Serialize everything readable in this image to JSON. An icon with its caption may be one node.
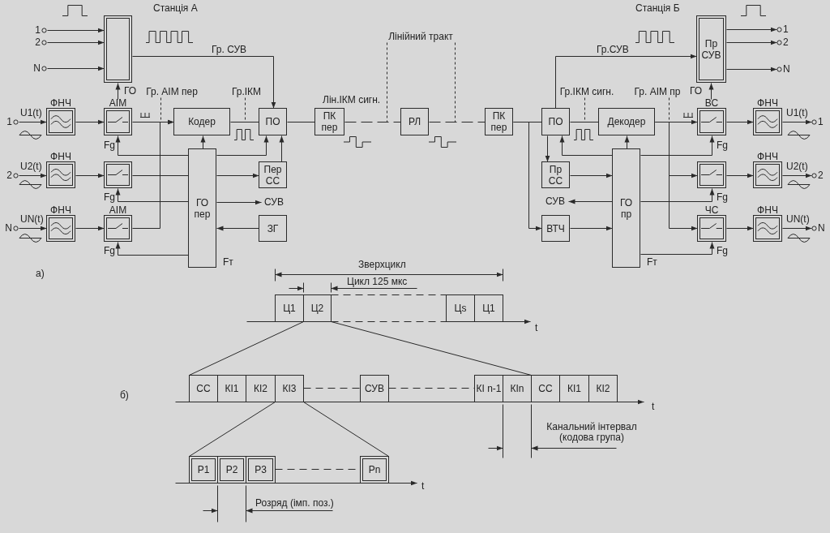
{
  "diagram": {
    "nodes": [
      {
        "text": [
          "1"
        ]
      },
      {
        "text": [
          "2"
        ]
      },
      {
        "text": [
          "N"
        ]
      },
      {
        "text": [],
        "shape": "box"
      },
      {
        "text": [
          "Гр. АІМ пер"
        ]
      },
      {
        "text": [
          "Гр.ІКМ"
        ]
      },
      {
        "text": [
          "Лінійний тракт"
        ]
      },
      {
        "text": [
          "Гр.ІКМ сигн."
        ]
      },
      {
        "text": [
          "Гр. АІМ пр"
        ]
      },
      {
        "text": [
          "Пр СУВ"
        ]
      },
      {
        "text": [
          "1"
        ]
      },
      {
        "text": [
          "2"
        ]
      },
      {
        "text": [
          "N"
        ]
      },
      {
        "text": [
          "1"
        ]
      },
      {
        "text": [
          "ФНЧ"
        ]
      },
      {
        "text": [
          "АІМ"
        ]
      },
      {
        "text": [
          "Кодер"
        ]
      },
      {
        "text": [
          "ПО"
        ]
      },
      {
        "text": [
          "ПК пер"
        ]
      },
      {
        "text": [
          "РЛ"
        ]
      },
      {
        "text": [
          "ПК пер"
        ]
      },
      {
        "text": [
          "ПО"
        ]
      },
      {
        "text": [
          "Декодер"
        ]
      },
      {
        "text": [
          "ВС"
        ]
      },
      {
        "text": [
          "ФНЧ"
        ]
      },
      {
        "text": [
          "1"
        ]
      },
      {
        "text": [
          "2"
        ]
      },
      {
        "text": [
          "ФНЧ"
        ]
      },
      {
        "text": [],
        "shape": "box"
      },
      {
        "text": [
          "ГО пер"
        ],
        "beside": [
          "Fт"
        ]
      },
      {
        "text": [
          "Пер СС"
        ]
      },
      {
        "text": [
          "Пр СС"
        ]
      },
      {
        "text": [
          "ГО пр"
        ],
        "beside": [
          "Fт"
        ]
      },
      {
        "text": [],
        "shape": "box"
      },
      {
        "text": [
          "ФНЧ"
        ]
      },
      {
        "text": [
          "2"
        ]
      },
      {
        "text": [
          "СУВ"
        ]
      },
      {
        "text": [
          "СУВ"
        ]
      },
      {
        "text": [
          "N"
        ]
      },
      {
        "text": [
          "ФНЧ"
        ]
      },
      {
        "text": [
          "АІМ"
        ]
      },
      {
        "text": [
          "ЗГ"
        ]
      },
      {
        "text": [
          "ВТЧ"
        ]
      },
      {
        "text": [
          "ЧС"
        ]
      },
      {
        "text": [
          "ФНЧ"
        ]
      },
      {
        "text": [
          "N"
        ]
      },
      {
        "text": [
          "Ц1"
        ]
      },
      {
        "text": [
          "Ц2"
        ]
      },
      {
        "text": [
          "Цs"
        ]
      },
      {
        "text": [
          "Ц1"
        ]
      },
      {
        "text": [
          "СС"
        ]
      },
      {
        "text": [
          "КІ1"
        ]
      },
      {
        "text": [
          "КІ2"
        ]
      },
      {
        "text": [
          "КІ3"
        ]
      },
      {
        "text": [
          "СУВ"
        ]
      },
      {
        "text": [
          "КІ n-1"
        ]
      },
      {
        "text": [
          "КІn"
        ]
      },
      {
        "text": [
          "СС"
        ]
      },
      {
        "text": [
          "КІ1"
        ]
      },
      {
        "text": [
          "КІ2"
        ]
      },
      {
        "text": [
          "Р1"
        ]
      },
      {
        "text": [
          "Р2"
        ]
      },
      {
        "text": [
          "Р3"
        ]
      },
      {
        "text": [
          "Рn"
        ]
      }
    ],
    "edges": [
      {
        "from": 0,
        "to": 3,
        "arrow": "to"
      },
      {
        "from": 1,
        "to": 3,
        "arrow": "to"
      },
      {
        "from": 2,
        "to": 3,
        "arrow": "to"
      },
      {
        "from": 15,
        "to": 3,
        "arrow": "to",
        "label": "ГО"
      },
      {
        "from": 3,
        "to": 17,
        "arrow": "to",
        "label": "Гр. СУВ"
      },
      {
        "from": 4,
        "to": null,
        "arrow": "none",
        "style": "dashed"
      },
      {
        "from": 5,
        "to": null,
        "arrow": "none",
        "style": "dashed"
      },
      {
        "from": 6,
        "to": null,
        "arrow": "none",
        "style": "dashed"
      },
      {
        "from": 6,
        "to": null,
        "arrow": "none",
        "style": "dashed"
      },
      {
        "from": 7,
        "to": null,
        "arrow": "none",
        "style": "dashed"
      },
      {
        "from": 8,
        "to": null,
        "arrow": "none",
        "style": "dashed"
      },
      {
        "from": 21,
        "to": 9,
        "arrow": "to",
        "label": "Гр.СУВ"
      },
      {
        "from": 23,
        "to": 9,
        "arrow": "to",
        "label": "ГО"
      },
      {
        "from": 9,
        "to": 10,
        "arrow": "to"
      },
      {
        "from": 9,
        "to": 11,
        "arrow": "to"
      },
      {
        "from": 9,
        "to": 12,
        "arrow": "to"
      },
      {
        "from": 13,
        "to": 14,
        "arrow": "to",
        "label": "U1(t)"
      },
      {
        "from": 14,
        "to": 15,
        "arrow": "to"
      },
      {
        "from": 15,
        "to": 16,
        "arrow": "to"
      },
      {
        "from": 16,
        "to": 17,
        "arrow": "none"
      },
      {
        "from": 17,
        "to": 18,
        "arrow": "none"
      },
      {
        "from": 18,
        "to": 19,
        "arrow": "none",
        "style": "dashed"
      },
      {
        "from": 19,
        "to": 20,
        "arrow": "none",
        "style": "dashed"
      },
      {
        "from": 20,
        "to": 21,
        "arrow": "none"
      },
      {
        "from": 21,
        "to": 22,
        "arrow": "none"
      },
      {
        "from": 22,
        "to": 23,
        "arrow": "to"
      },
      {
        "from": 23,
        "to": 24,
        "arrow": "to"
      },
      {
        "from": 24,
        "to": 25,
        "arrow": "to",
        "label": "U1(t)"
      },
      {
        "from": 26,
        "to": 27,
        "arrow": "to",
        "label": "U2(t)"
      },
      {
        "from": 27,
        "to": 28,
        "arrow": "to"
      },
      {
        "from": 28,
        "to": 29,
        "arrow": "none"
      },
      {
        "from": 40,
        "to": 16,
        "arrow": "to"
      },
      {
        "from": 29,
        "to": 16,
        "arrow": "to"
      },
      {
        "from": 29,
        "to": 15,
        "arrow": "to",
        "label": "Fg"
      },
      {
        "from": 29,
        "to": 17,
        "arrow": "to"
      },
      {
        "from": 30,
        "to": 17,
        "arrow": "to"
      },
      {
        "from": 29,
        "to": 30,
        "arrow": "to"
      },
      {
        "from": 29,
        "to": 36,
        "arrow": "to"
      },
      {
        "from": 41,
        "to": 29,
        "arrow": "to"
      },
      {
        "from": 29,
        "to": 28,
        "arrow": "to",
        "label": "Fg"
      },
      {
        "from": 29,
        "to": 40,
        "arrow": "to",
        "label": "Fg"
      },
      {
        "from": 38,
        "to": 39,
        "arrow": "to",
        "label": "UN(t)"
      },
      {
        "from": 39,
        "to": 40,
        "arrow": "to"
      },
      {
        "from": 32,
        "to": 22,
        "arrow": "to"
      },
      {
        "from": 32,
        "to": 21,
        "arrow": "to"
      },
      {
        "from": 21,
        "to": 31,
        "arrow": "to"
      },
      {
        "from": 31,
        "to": 32,
        "arrow": "to"
      },
      {
        "from": 32,
        "to": 37,
        "arrow": "to"
      },
      {
        "from": 20,
        "to": 42,
        "arrow": "to"
      },
      {
        "from": 42,
        "to": 32,
        "arrow": "to"
      },
      {
        "from": 32,
        "to": 23,
        "arrow": "to",
        "label": "Fg"
      },
      {
        "from": 32,
        "to": 33,
        "arrow": "to",
        "label": "Fg"
      },
      {
        "from": 32,
        "to": 43,
        "arrow": "to",
        "label": "Fg"
      },
      {
        "from": 22,
        "to": 33,
        "arrow": "to"
      },
      {
        "from": 22,
        "to": 43,
        "arrow": "to"
      },
      {
        "from": 33,
        "to": 34,
        "arrow": "to"
      },
      {
        "from": 34,
        "to": 35,
        "arrow": "to",
        "label": "U2(t)"
      },
      {
        "from": 43,
        "to": 44,
        "arrow": "to"
      },
      {
        "from": 44,
        "to": 45,
        "arrow": "to",
        "label": "UN(t)"
      },
      {
        "from": 47,
        "to": 50,
        "arrow": "none"
      },
      {
        "from": 47,
        "to": 56,
        "arrow": "none"
      },
      {
        "from": 53,
        "to": 60,
        "arrow": "none"
      },
      {
        "from": 53,
        "to": 63,
        "arrow": "none"
      },
      {
        "from": 47,
        "to": 48,
        "arrow": "none",
        "style": "dashed"
      },
      {
        "from": 53,
        "to": 54,
        "arrow": "none",
        "style": "dashed"
      },
      {
        "from": 54,
        "to": 55,
        "arrow": "none",
        "style": "dashed"
      },
      {
        "from": 62,
        "to": 63,
        "arrow": "none",
        "style": "dashed"
      }
    ],
    "labels": [
      "Станція А",
      "Станція Б",
      "Лін.ІКМ сигн.",
      "а)",
      "Зверхцикл",
      "Цикл 125 мкс",
      "t",
      "б)",
      "t",
      "Канальний інтервал (кодова група)",
      "t",
      "Розряд (імп. поз.)"
    ]
  }
}
